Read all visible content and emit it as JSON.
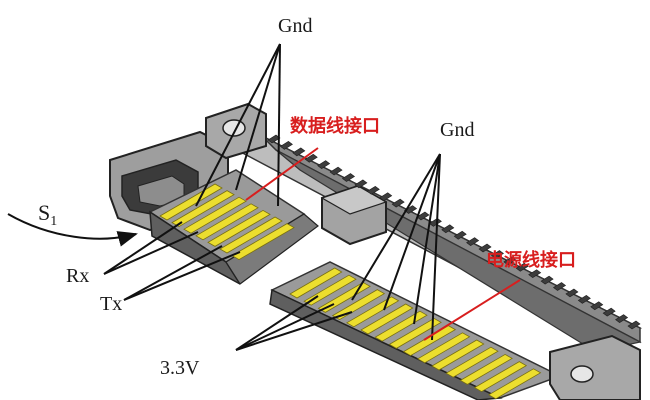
{
  "labels": {
    "gnd_top": "Gnd",
    "data_interface": "数据线接口",
    "gnd_right": "Gnd",
    "s1_main": "S",
    "s1_sub": "1",
    "rx": "Rx",
    "tx": "Tx",
    "power_interface": "电源线接口",
    "v33": "3.3V"
  },
  "colors": {
    "body_dark": "#3a3a3a",
    "body_mid": "#8c8c8c",
    "body_light": "#cfcfcf",
    "body_face": "#b4b4b4",
    "pin_gold": "#ecde2e",
    "pin_edge": "#7a7010",
    "accent_red": "#d81e1e",
    "line": "#111111"
  }
}
